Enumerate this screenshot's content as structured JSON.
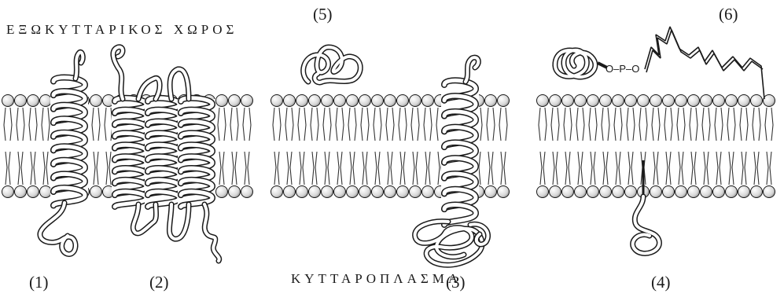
{
  "regions": {
    "extracellular": "ΕΞΩΚΥΤΤΑΡΙΚΟΣ ΧΩΡΟΣ",
    "cytoplasm": "ΚΥΤΤΑΡΟΠΛΑΣΜΑ"
  },
  "protein_labels": {
    "p1": "(1)",
    "p2": "(2)",
    "p3": "(3)",
    "p4": "(4)",
    "p5": "(5)",
    "p6": "(6)"
  },
  "anchor_text": "O–P–O",
  "colors": {
    "ink": "#1a1a1a",
    "background": "#ffffff",
    "head_fill": "#e9e9e9"
  }
}
